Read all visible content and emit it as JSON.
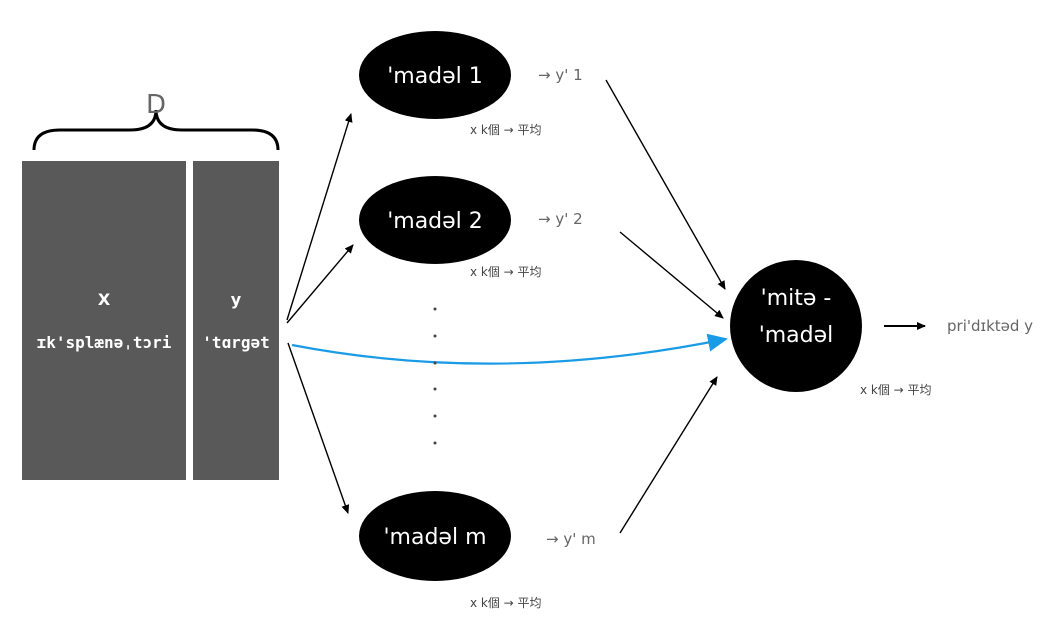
{
  "dataset": {
    "brace_label": "D",
    "x_column": {
      "header": "X",
      "sub": "ɪk'splænəˌtɔri"
    },
    "y_column": {
      "header": "y",
      "sub": "'tɑrgət"
    }
  },
  "models": [
    {
      "name": "'madəl 1",
      "output": "→ y' 1",
      "note": "x k個 → 平均"
    },
    {
      "name": "'madəl 2",
      "output": "→ y' 2",
      "note": "x k個 → 平均"
    },
    {
      "name": "'madəl m",
      "output": "→ y' m",
      "note": "x k個 → 平均"
    }
  ],
  "meta_model": {
    "line1": "'mitə -",
    "line2": "'madəl",
    "note": "x k個 → 平均"
  },
  "final_output": "pri'dɪktəd y",
  "colors": {
    "column_fill": "#595959",
    "node_fill": "#000000",
    "arrow": "#000000",
    "highlight_arrow": "#1a9be6",
    "muted_text": "#666666"
  }
}
